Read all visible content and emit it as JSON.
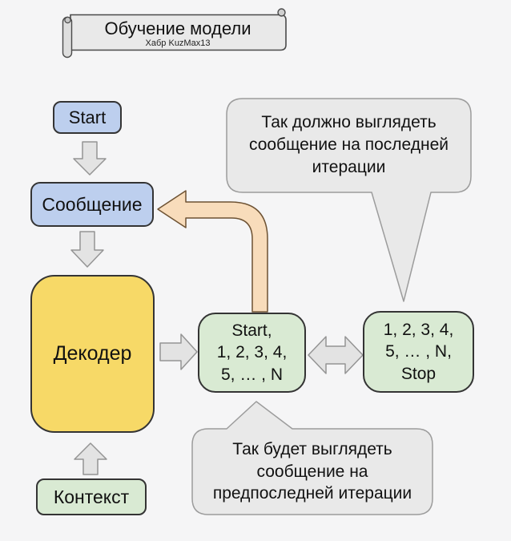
{
  "banner": {
    "title": "Обучение модели",
    "subtitle": "Хабр KuzMax13"
  },
  "nodes": {
    "start": {
      "label": "Start"
    },
    "message": {
      "label": "Сообщение"
    },
    "decoder": {
      "label": "Декодер"
    },
    "context": {
      "label": "Контекст"
    },
    "penultimate_sequence": {
      "lines": [
        "Start,",
        "1, 2, 3, 4,",
        "5, … , N"
      ]
    },
    "final_sequence": {
      "lines": [
        "1, 2, 3, 4,",
        "5, … , N,",
        "Stop"
      ]
    }
  },
  "callouts": {
    "final_iteration": {
      "lines": [
        "Так должно выглядеть",
        "сообщение на последней",
        "итерации"
      ]
    },
    "penultimate_iteration": {
      "lines": [
        "Так будет выглядеть",
        "сообщение на",
        "предпоследней итерации"
      ]
    }
  },
  "colors": {
    "background": "#f5f5f6",
    "node_blue": "#bdcfee",
    "node_yellow": "#f7d967",
    "node_green": "#d9ead3",
    "arrow_gray_fill": "#e3e3e3",
    "arrow_gray_stroke": "#949494",
    "arrow_orange_fill": "#f8dcbb",
    "arrow_orange_stroke": "#6d5233",
    "callout_fill": "#e9e9e9",
    "callout_stroke": "#9c9c9c",
    "border_dark": "#343434"
  }
}
